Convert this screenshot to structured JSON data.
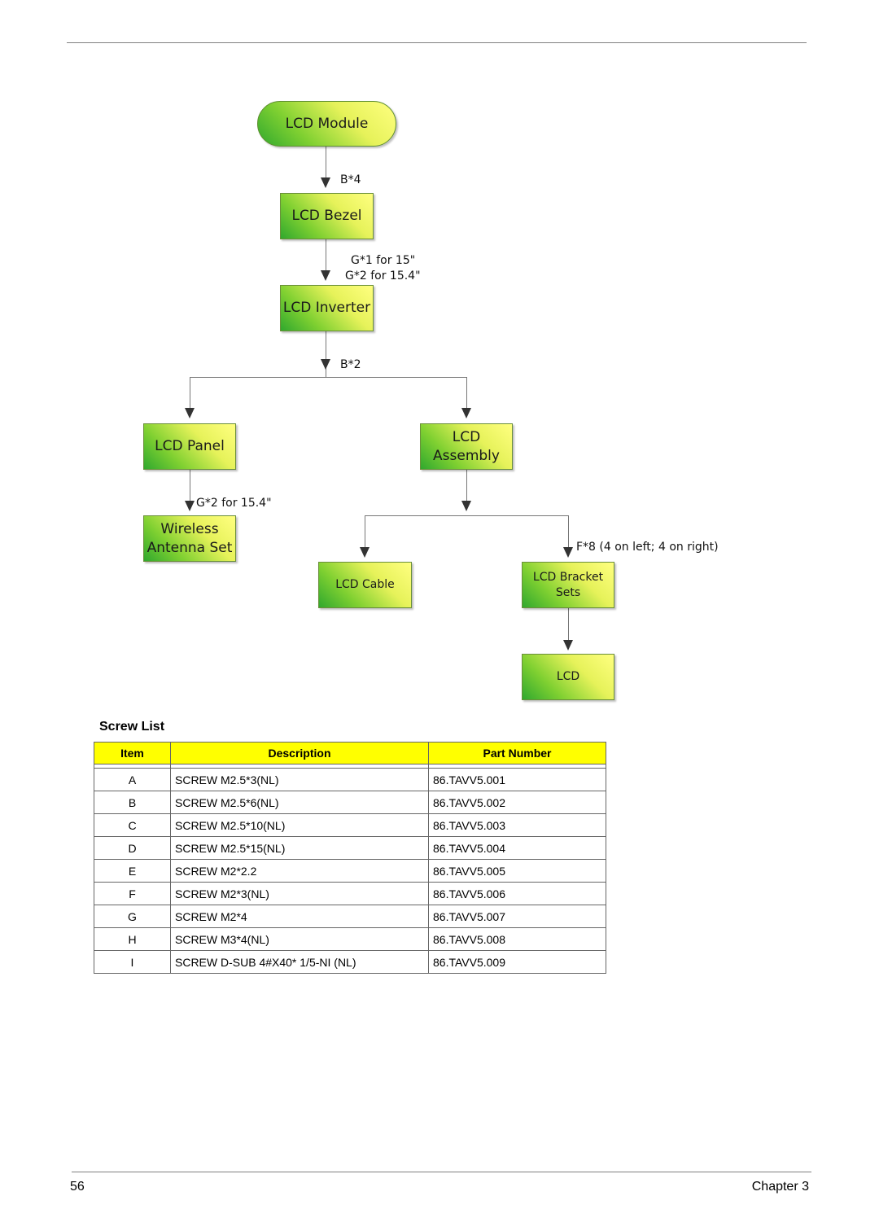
{
  "diagram": {
    "nodes": {
      "lcd_module": "LCD Module",
      "lcd_bezel": "LCD Bezel",
      "lcd_inverter": "LCD Inverter",
      "lcd_panel": "LCD Panel",
      "lcd_assembly_1": "LCD",
      "lcd_assembly_2": "Assembly",
      "wireless_1": "Wireless",
      "wireless_2": "Antenna Set",
      "lcd_cable": "LCD Cable",
      "lcd_bracket_1": "LCD Bracket",
      "lcd_bracket_2": "Sets",
      "lcd": "LCD"
    },
    "edges": {
      "module_bezel": "B*4",
      "bezel_inverter_1": "G*1 for 15\"",
      "bezel_inverter_2": "G*2 for 15.4\"",
      "inverter_split": "B*2",
      "panel_wireless": "G*2 for 15.4\"",
      "assembly_bracket": "F*8 (4 on left; 4 on right)"
    }
  },
  "screw_list": {
    "title": "Screw List",
    "headers": [
      "Item",
      "Description",
      "Part Number"
    ],
    "rows": [
      [
        "A",
        "SCREW M2.5*3(NL)",
        "86.TAVV5.001"
      ],
      [
        "B",
        "SCREW M2.5*6(NL)",
        "86.TAVV5.002"
      ],
      [
        "C",
        "SCREW M2.5*10(NL)",
        "86.TAVV5.003"
      ],
      [
        "D",
        "SCREW M2.5*15(NL)",
        "86.TAVV5.004"
      ],
      [
        "E",
        "SCREW M2*2.2",
        "86.TAVV5.005"
      ],
      [
        "F",
        "SCREW M2*3(NL)",
        "86.TAVV5.006"
      ],
      [
        "G",
        "SCREW M2*4",
        "86.TAVV5.007"
      ],
      [
        "H",
        "SCREW M3*4(NL)",
        "86.TAVV5.008"
      ],
      [
        "I",
        "SCREW D-SUB 4#X40* 1/5-NI (NL)",
        "86.TAVV5.009"
      ]
    ]
  },
  "footer": {
    "page_number": "56",
    "chapter": "Chapter 3"
  },
  "colors": {
    "header_fill": "#ffff00",
    "node_light": "#ffff80",
    "node_dark": "#30a82e"
  }
}
